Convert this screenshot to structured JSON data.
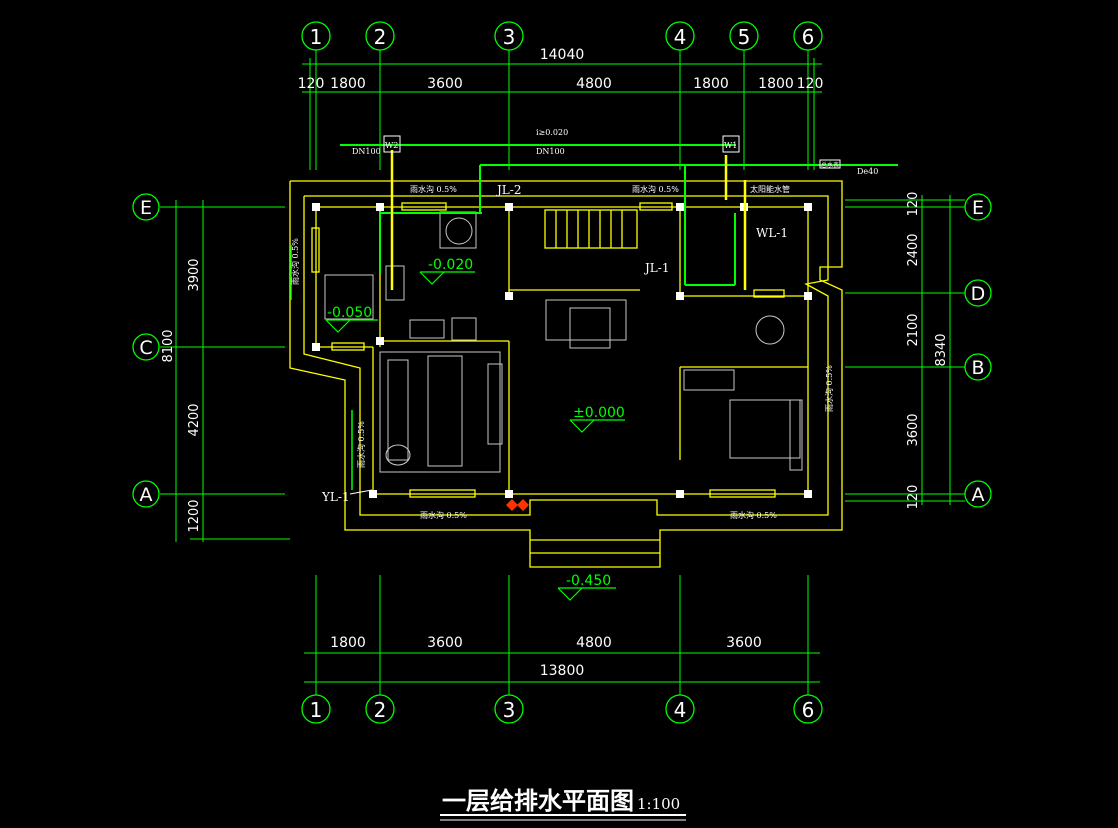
{
  "title": {
    "main": "一层给排水平面图",
    "scale": "1:100"
  },
  "axes_top": [
    "1",
    "2",
    "3",
    "4",
    "5",
    "6"
  ],
  "axes_bottom": [
    "1",
    "2",
    "3",
    "4",
    "6"
  ],
  "axes_left": [
    "E",
    "C",
    "A"
  ],
  "axes_right": [
    "E",
    "D",
    "B",
    "A"
  ],
  "dims_top": {
    "total": "14040",
    "segments": [
      "120",
      "1800",
      "3600",
      "4800",
      "1800",
      "1800",
      "120"
    ]
  },
  "dims_bottom": {
    "total": "13800",
    "segments": [
      "1800",
      "3600",
      "4800",
      "3600"
    ]
  },
  "dims_left": {
    "total": "8100",
    "segments": [
      "3900",
      "4200",
      "1200"
    ]
  },
  "dims_right": {
    "total": "8340",
    "segments": [
      "120",
      "2400",
      "2100",
      "3600",
      "120"
    ]
  },
  "levels": {
    "kitchen": "-0.020",
    "laundry": "-0.050",
    "hall": "±0.000",
    "outside": "-0.450"
  },
  "pipe_labels": {
    "v2": "W2",
    "v1": "W1",
    "dn100_left": "DN100",
    "dn100_mid": "DN100",
    "slope": "i≥0.020",
    "de40": "De40",
    "jl2": "JL-2",
    "jl1": "JL-1",
    "wl1": "WL-1",
    "yl1": "YL-1",
    "meter": "总水表",
    "drain_top_left": "雨水沟 0.5%",
    "drain_top_right": "雨水沟 0.5%",
    "drain_left_vert": "雨水沟 0.5%",
    "drain_lower_left_vert": "雨水沟 0.5%",
    "drain_right_vert": "雨水沟 0.5%",
    "drain_bottom_left": "雨水沟 0.5%",
    "drain_bottom_right": "雨水沟 0.5%",
    "water_pipe": "太阳能水管"
  },
  "colors": {
    "axis": "#00ff00",
    "wall": "#ffff00",
    "dim": "#00ff00",
    "furniture": "#c8c8c8",
    "text": "#ffffff",
    "pipe_supply": "#00ff00",
    "pipe_drain": "#ffff00"
  }
}
